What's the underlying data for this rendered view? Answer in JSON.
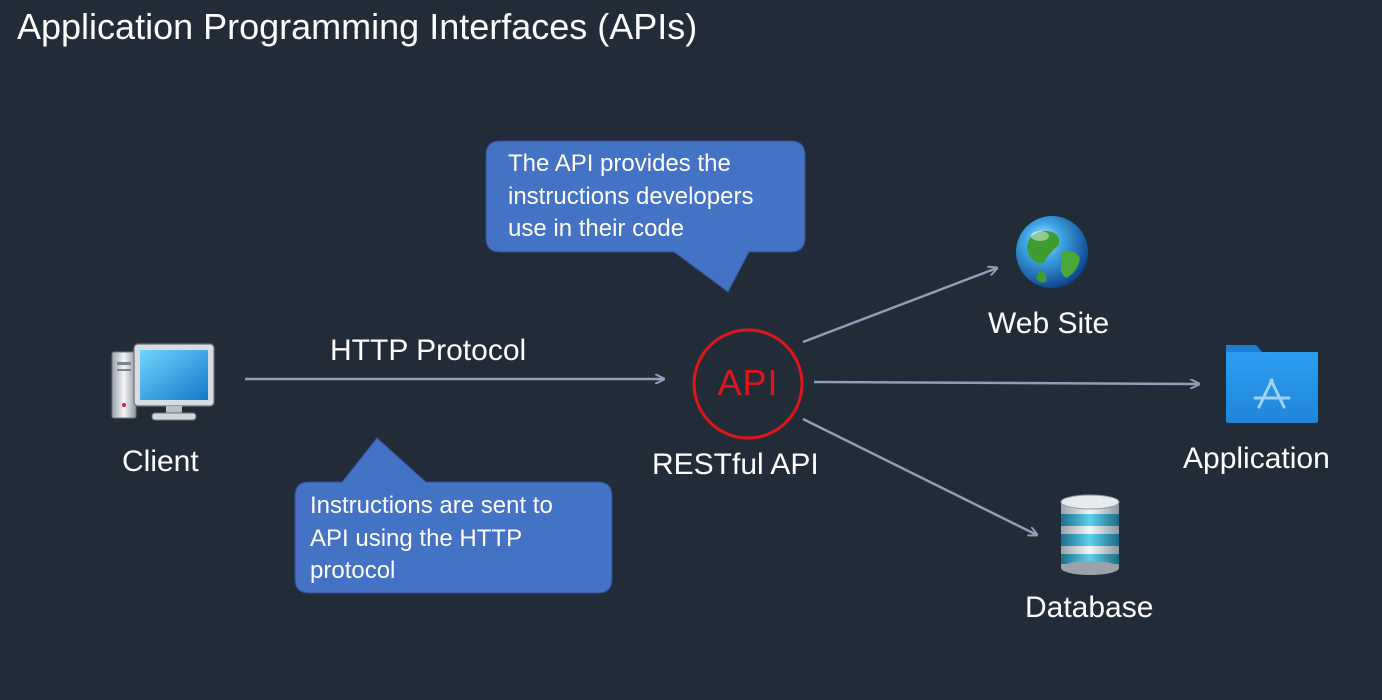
{
  "title": "Application Programming Interfaces (APIs)",
  "callout_top": {
    "lines": [
      "The API provides the",
      "instructions developers",
      "use in their code"
    ]
  },
  "callout_bottom": {
    "lines": [
      "Instructions are sent to",
      "API using the HTTP",
      "protocol"
    ]
  },
  "http_label": "HTTP Protocol",
  "api_circle_text": "API",
  "api_label": "RESTful API",
  "client_label": "Client",
  "website_label": "Web Site",
  "application_label": "Application",
  "database_label": "Database",
  "icons": {
    "client": "desktop-computer-icon",
    "website": "globe-icon",
    "application": "app-store-folder-icon",
    "database": "database-icon"
  },
  "colors": {
    "background": "#222b38",
    "callout": "#4472c4",
    "arrow": "#8f9fb8",
    "api_red": "#e0151b"
  }
}
